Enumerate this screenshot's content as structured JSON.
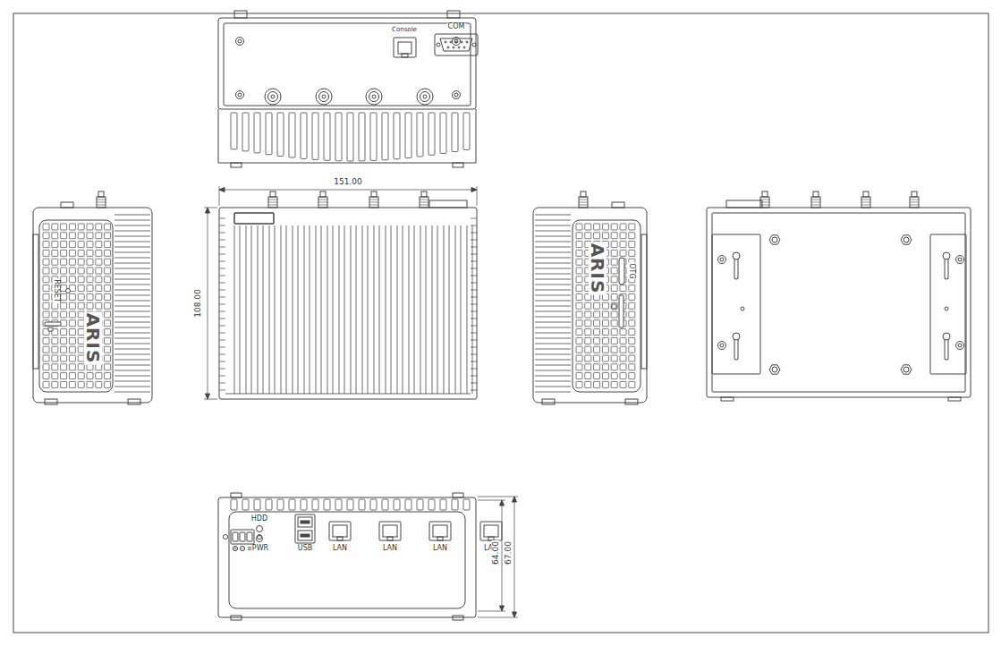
{
  "diagram": {
    "labels": [
      "Console",
      "COM",
      "151.00",
      "108.00",
      "RESET",
      "ARIS",
      "OTG",
      "ARIS",
      "HDD",
      "PWR",
      "USB",
      "LAN",
      "LAN",
      "LAN",
      "LAN",
      "64.00",
      "67.00"
    ]
  }
}
